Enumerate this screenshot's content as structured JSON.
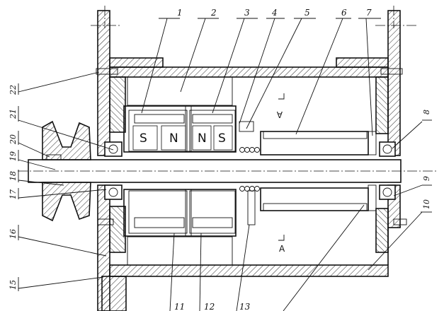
{
  "title": "",
  "top_labels": [
    "1",
    "2",
    "3",
    "4",
    "5",
    "6",
    "7"
  ],
  "right_labels": [
    "8",
    "9",
    "10"
  ],
  "left_labels": [
    "22",
    "21",
    "20",
    "19",
    "18",
    "17",
    "16",
    "15"
  ],
  "bottom_labels": [
    "11",
    "12",
    "13"
  ],
  "magnet_poles": [
    "S",
    "N",
    "N",
    "S"
  ],
  "section_markers": [
    "A",
    "A"
  ]
}
